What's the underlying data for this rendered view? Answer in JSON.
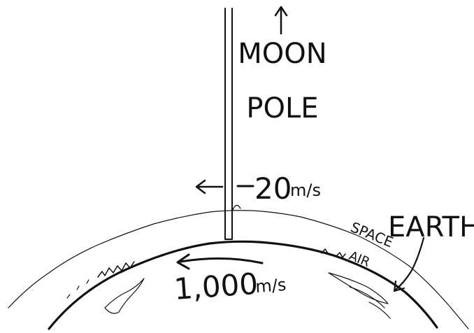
{
  "labels": {
    "moon": "MOON",
    "pole": "POLE",
    "pole_speed": "20",
    "pole_speed_unit": "m/s",
    "earth": "EARTH",
    "space": "SPACE",
    "air": "AIR",
    "surface_speed": "1,000",
    "surface_speed_unit": "m/s"
  },
  "colors": {
    "ink": "#111111",
    "background": "#ffffff"
  }
}
